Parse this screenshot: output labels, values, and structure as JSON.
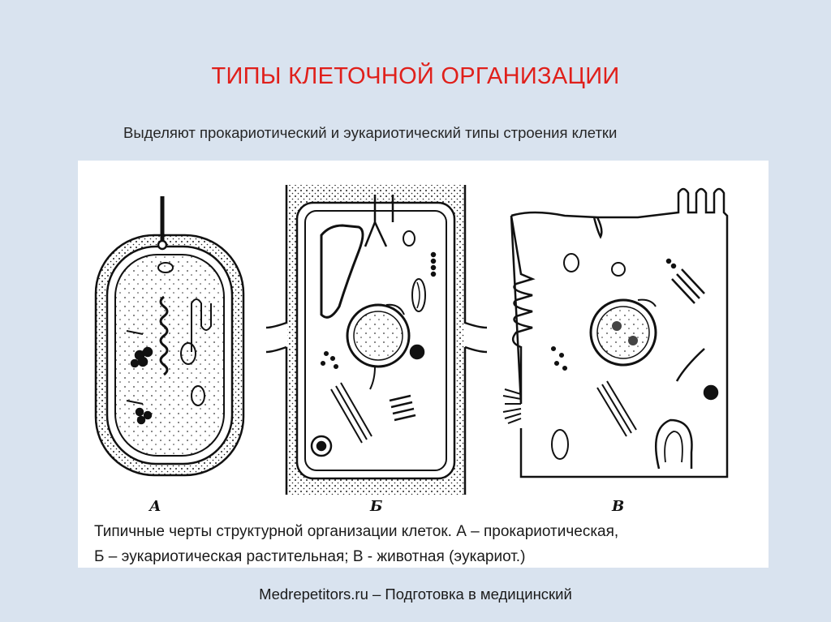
{
  "slide": {
    "title": "ТИПЫ КЛЕТОЧНОЙ ОРГАНИЗАЦИИ",
    "subtitle": "Выделяют прокариотический и эукариотический типы строения клетки",
    "caption_line1": "Типичные черты структурной организации клеток. А – прокариотическая,",
    "caption_line2": "Б – эукариотическая растительная; В - животная (эукариот.)",
    "footer": "Medrepetitors.ru – Подготовка в медицинский"
  },
  "diagram": {
    "label_a": "А",
    "label_b": "Б",
    "label_c": "В"
  },
  "colors": {
    "title": "#e0201b",
    "background": "#d9e3ef",
    "panel": "#ffffff",
    "ink": "#111111"
  }
}
